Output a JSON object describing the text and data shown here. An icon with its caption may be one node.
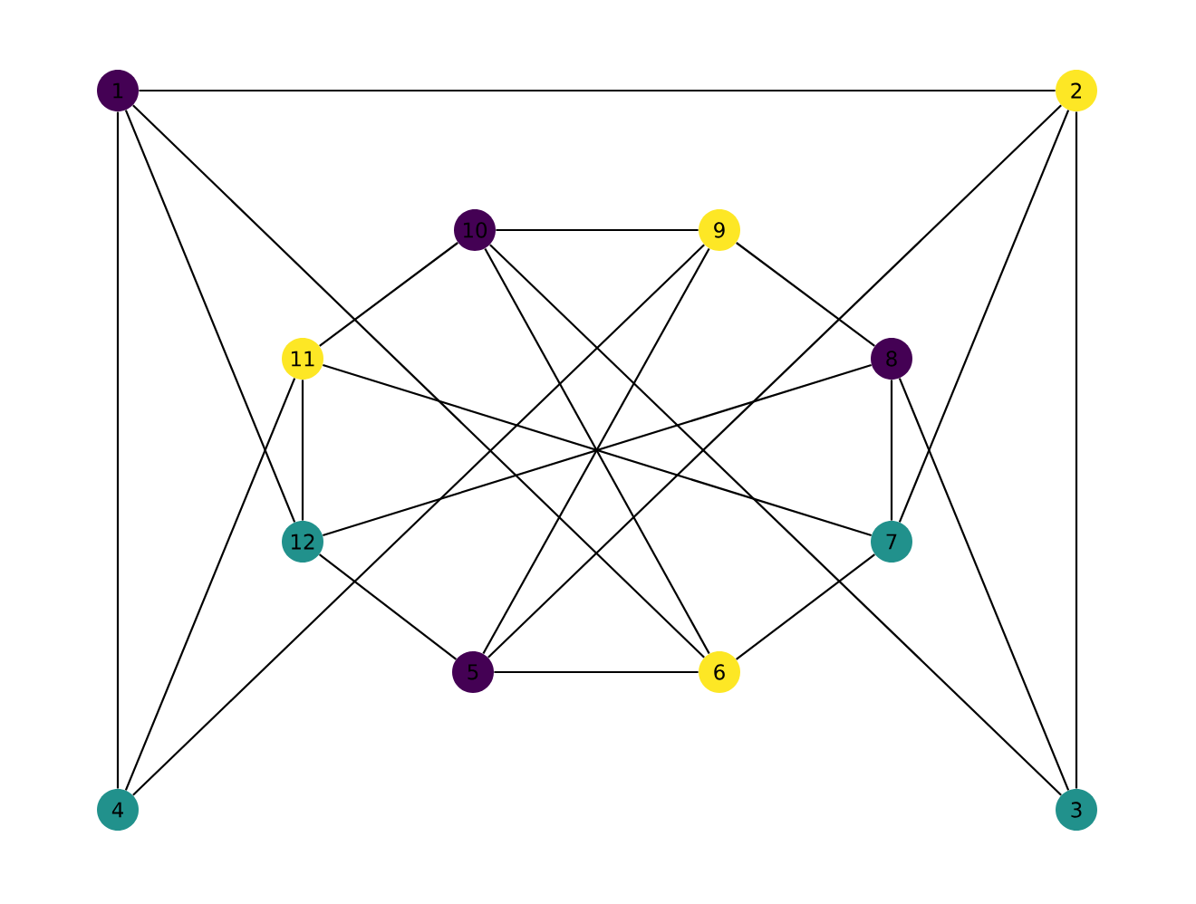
{
  "diagram": {
    "nodes": [
      {
        "text": [
          "1"
        ]
      },
      {
        "text": [
          "2"
        ]
      },
      {
        "text": [
          "3"
        ]
      },
      {
        "text": [
          "4"
        ]
      },
      {
        "text": [
          "5"
        ]
      },
      {
        "text": [
          "6"
        ]
      },
      {
        "text": [
          "7"
        ]
      },
      {
        "text": [
          "8"
        ]
      },
      {
        "text": [
          "9"
        ]
      },
      {
        "text": [
          "10"
        ]
      },
      {
        "text": [
          "11"
        ]
      },
      {
        "text": [
          "12"
        ]
      }
    ],
    "edges": [
      {
        "from": 0,
        "to": 1,
        "arrow": "none"
      },
      {
        "from": 0,
        "to": 3,
        "arrow": "none"
      },
      {
        "from": 0,
        "to": 11,
        "arrow": "none"
      },
      {
        "from": 0,
        "to": 5,
        "arrow": "none"
      },
      {
        "from": 1,
        "to": 2,
        "arrow": "none"
      },
      {
        "from": 1,
        "to": 6,
        "arrow": "none"
      },
      {
        "from": 1,
        "to": 4,
        "arrow": "none"
      },
      {
        "from": 2,
        "to": 7,
        "arrow": "none"
      },
      {
        "from": 2,
        "to": 9,
        "arrow": "none"
      },
      {
        "from": 3,
        "to": 10,
        "arrow": "none"
      },
      {
        "from": 3,
        "to": 8,
        "arrow": "none"
      },
      {
        "from": 4,
        "to": 5,
        "arrow": "none"
      },
      {
        "from": 4,
        "to": 11,
        "arrow": "none"
      },
      {
        "from": 4,
        "to": 8,
        "arrow": "none"
      },
      {
        "from": 5,
        "to": 6,
        "arrow": "none"
      },
      {
        "from": 5,
        "to": 9,
        "arrow": "none"
      },
      {
        "from": 6,
        "to": 7,
        "arrow": "none"
      },
      {
        "from": 6,
        "to": 10,
        "arrow": "none"
      },
      {
        "from": 7,
        "to": 8,
        "arrow": "none"
      },
      {
        "from": 7,
        "to": 11,
        "arrow": "none"
      },
      {
        "from": 8,
        "to": 9,
        "arrow": "none"
      },
      {
        "from": 9,
        "to": 10,
        "arrow": "none"
      },
      {
        "from": 10,
        "to": 11,
        "arrow": "none"
      }
    ]
  }
}
